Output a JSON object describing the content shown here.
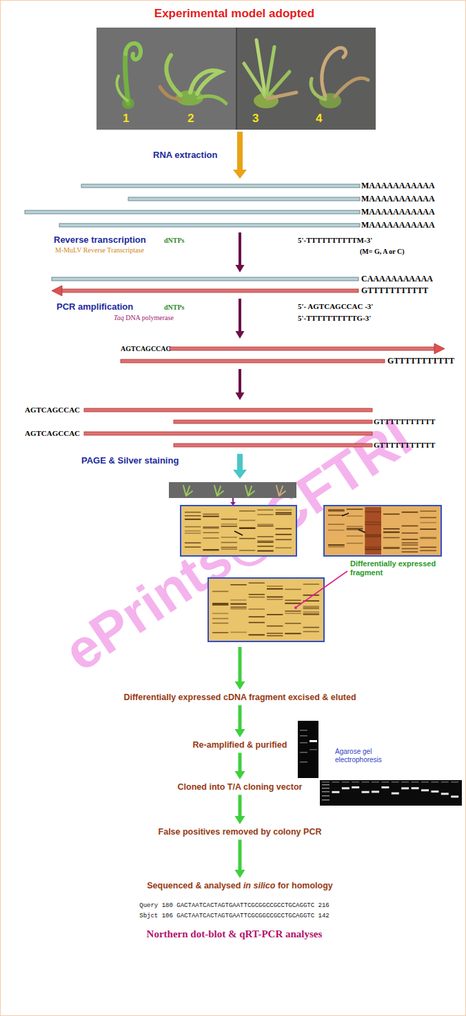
{
  "diagram": {
    "title": "Experimental model adopted",
    "nodes": [
      {
        "text": [
          "1",
          "2",
          "3",
          "4"
        ]
      },
      {
        "text": [
          "MAAAAAAAAAAA",
          "MAAAAAAAAAAA",
          "MAAAAAAAAAAA",
          "MAAAAAAAAAAA"
        ]
      },
      {
        "text": [
          "CAAAAAAAAAAA",
          "GTTTTTTTTTTT"
        ]
      },
      {
        "text": [
          "AGTCAGCCAC",
          "GTTTTTTTTTTT"
        ]
      },
      {
        "text": [
          "AGTCAGCCAC",
          "GTTTTTTTTTTT",
          "AGTCAGCCAC",
          "GTTTTTTTTTTT"
        ]
      },
      {
        "text": [
          "Differentially expressed fragment"
        ]
      },
      {
        "text": [
          "Differentially expressed cDNA fragment excised & eluted"
        ]
      },
      {
        "text": [
          "Re-amplified & purified"
        ]
      },
      {
        "text": [
          "Cloned into T/A cloning vector"
        ]
      },
      {
        "text": [
          "False positives removed by colony PCR"
        ]
      },
      {
        "text": [
          "Sequenced & analysed in silico for homology"
        ]
      }
    ],
    "edges": [
      {
        "from": 0,
        "to": 1,
        "arrow": "to",
        "label": "RNA extraction"
      },
      {
        "from": 1,
        "to": 2,
        "arrow": "to",
        "label": "Reverse transcription"
      },
      {
        "from": 2,
        "to": 3,
        "arrow": "to",
        "label": "PCR amplification"
      },
      {
        "from": 3,
        "to": 4,
        "arrow": "to"
      },
      {
        "from": 4,
        "to": 5,
        "arrow": "to",
        "label": "PAGE & Silver staining"
      },
      {
        "from": 5,
        "to": 6,
        "arrow": "to"
      },
      {
        "from": 6,
        "to": 7,
        "arrow": "to"
      },
      {
        "from": 7,
        "to": 8,
        "arrow": "to"
      },
      {
        "from": 8,
        "to": 9,
        "arrow": "to"
      },
      {
        "from": 9,
        "to": 10,
        "arrow": "to"
      }
    ],
    "labels": [
      "dNTPs",
      "M-MuLV Reverse Transcriptase",
      "5'-TTTTTTTTTTM-3'",
      "(M= G, A or C)",
      "dNTPs",
      "Taq DNA polymerase",
      "5'- AGTCAGCCAC -3'",
      "5'-TTTTTTTTTTG-3'",
      "Agarose gel electrophoresis",
      "Query 180 GACTAATCACTAGTGAATTCGCGGCCGCCTGCAGGTC 216",
      "Sbjct 106 GACTAATCACTAGTGAATTCGCGGCCGCCTGCAGGTC 142",
      "Northern dot-blot & qRT-PCR analyses",
      "ePrints@CFTRI"
    ]
  }
}
